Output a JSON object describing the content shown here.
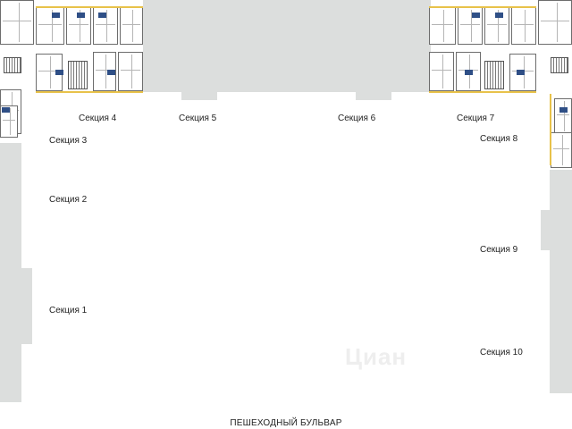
{
  "sections": [
    {
      "id": "4",
      "label": "Секция 4"
    },
    {
      "id": "5",
      "label": "Секция 5"
    },
    {
      "id": "6",
      "label": "Секция 6"
    },
    {
      "id": "7",
      "label": "Секция 7"
    },
    {
      "id": "3",
      "label": "Секция 3"
    },
    {
      "id": "8",
      "label": "Секция 8"
    },
    {
      "id": "2",
      "label": "Секция 2"
    },
    {
      "id": "9",
      "label": "Секция 9"
    },
    {
      "id": "1",
      "label": "Секция 1"
    },
    {
      "id": "10",
      "label": "Секция 10"
    }
  ],
  "street_label": "ПЕШЕХОДНЫЙ БУЛЬВАР",
  "watermark": "Циан",
  "colors": {
    "building_gray": "#dcdedd",
    "window_yellow": "#e8c24a",
    "apartment_sticker": "#2f4f86"
  }
}
